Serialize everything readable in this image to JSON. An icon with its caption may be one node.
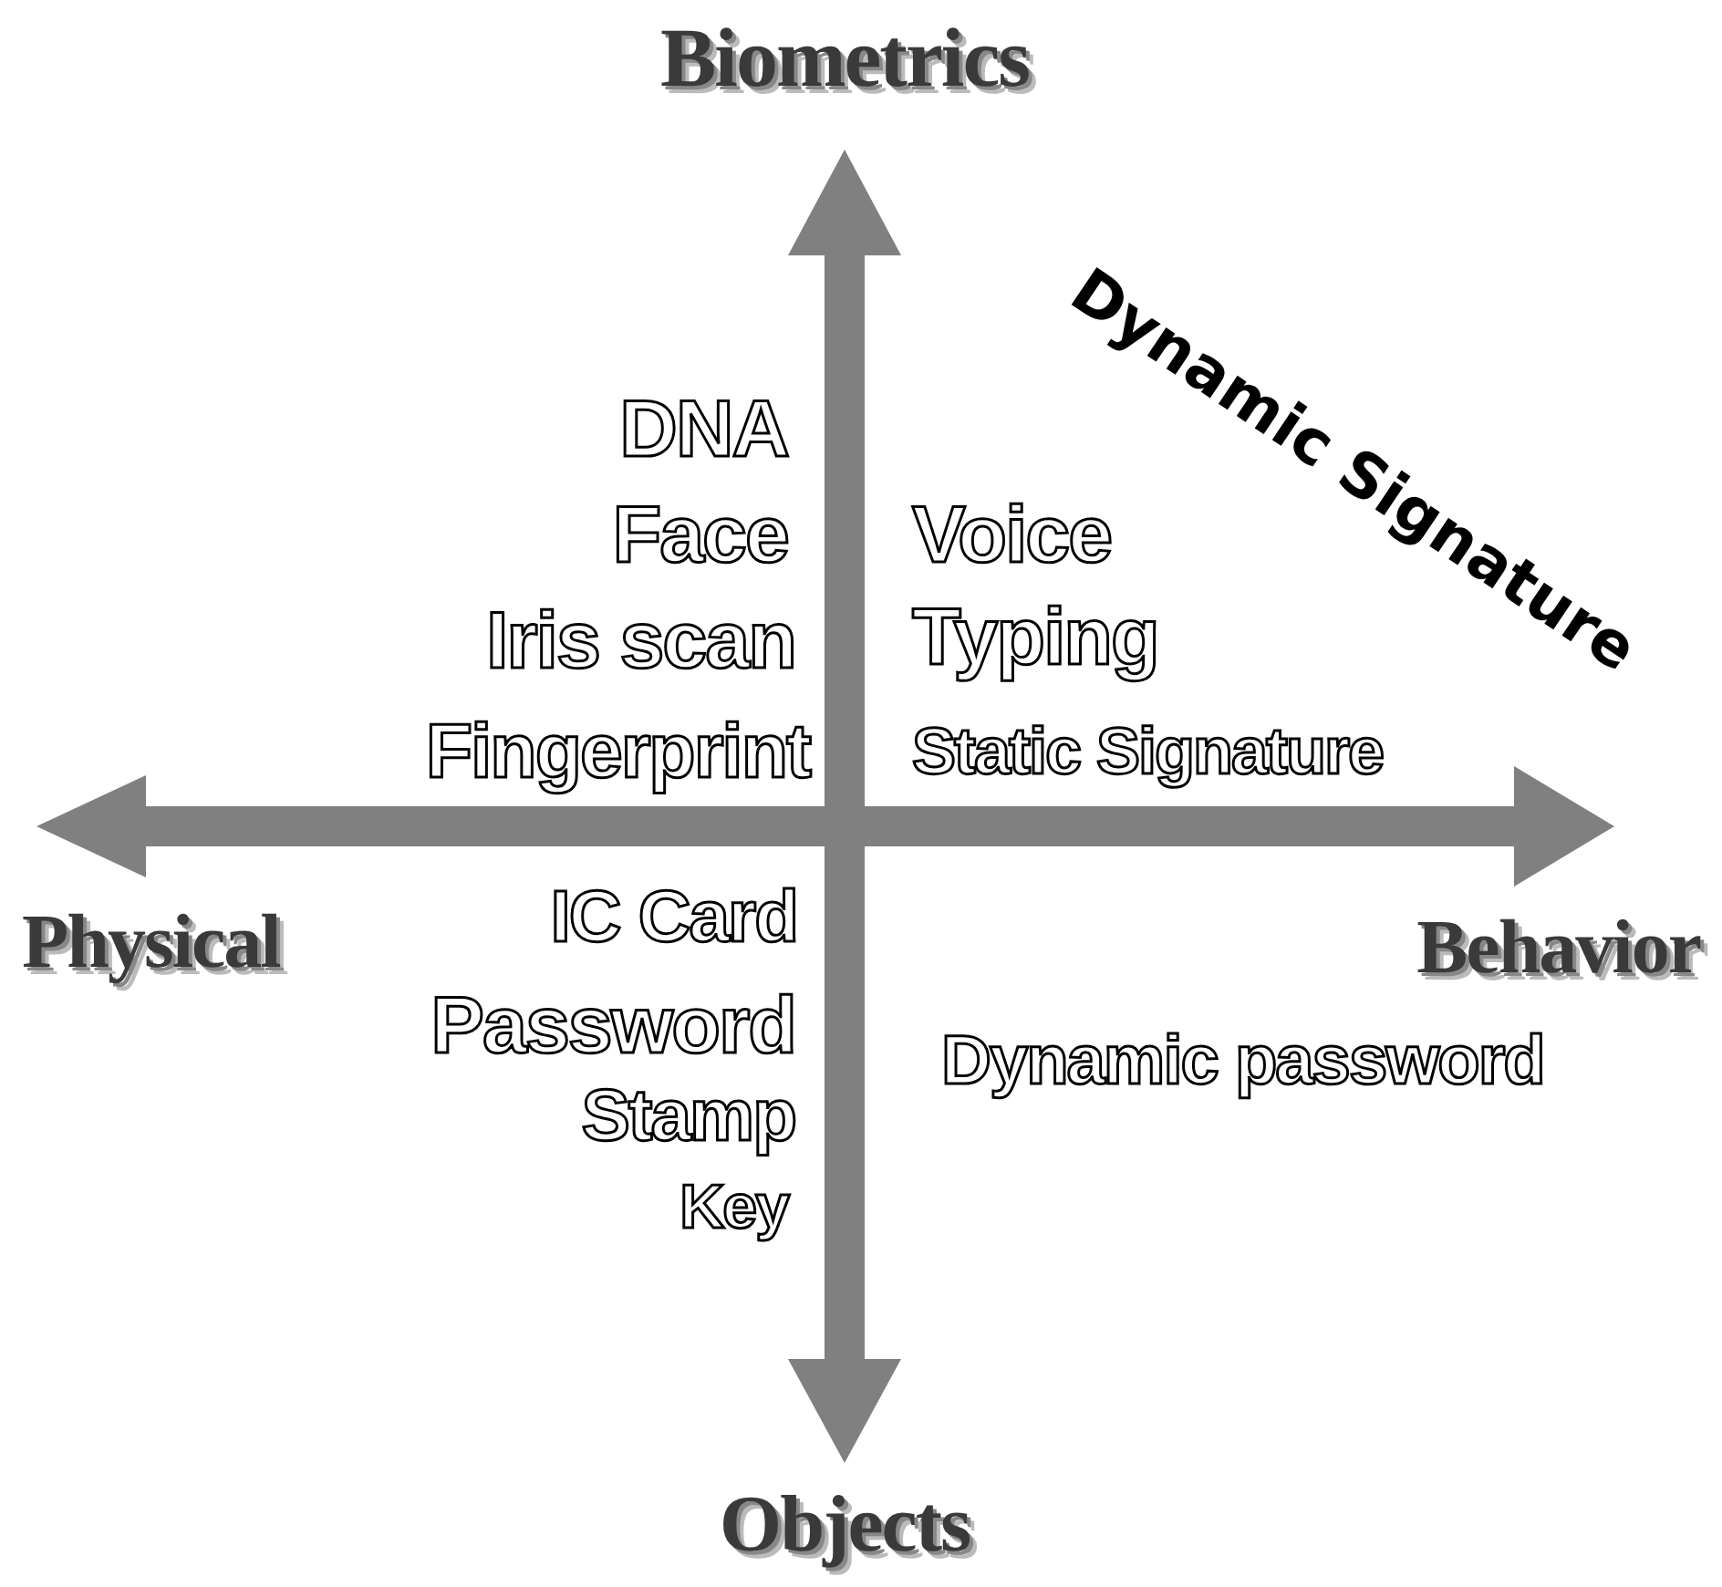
{
  "diagram": {
    "labels": [
      "Biometrics",
      "Dynamic Signature",
      "DNA",
      "Face",
      "Voice",
      "Iris scan",
      "Typing",
      "Fingerprint",
      "Static Signature",
      "IC Card",
      "Physical",
      "Behavior",
      "Password",
      "Dynamic password",
      "Stamp",
      "Key",
      "Objects"
    ]
  }
}
